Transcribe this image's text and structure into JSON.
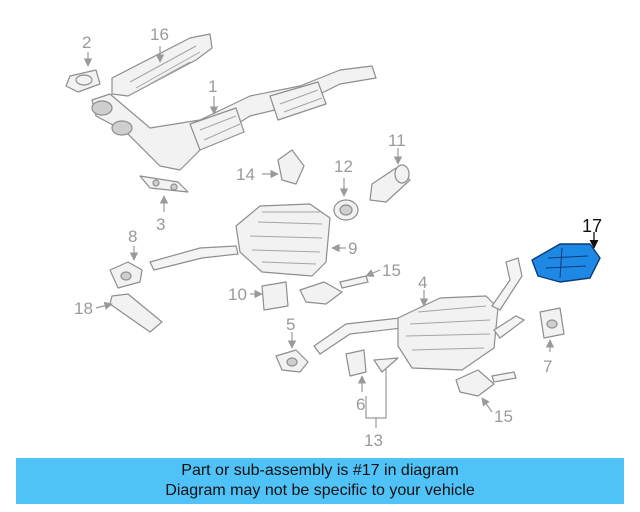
{
  "diagram": {
    "highlighted_part": "17",
    "callouts": [
      "16",
      "2",
      "1",
      "11",
      "14",
      "12",
      "3",
      "9",
      "8",
      "15",
      "10",
      "18",
      "4",
      "5",
      "7",
      "6",
      "15",
      "13",
      "17"
    ],
    "highlight_color": "#1e88e5"
  },
  "caption": {
    "line1": "Part or sub-assembly is #17 in diagram",
    "line2": "Diagram may not be specific to your vehicle",
    "background": "#4fc3f7"
  }
}
